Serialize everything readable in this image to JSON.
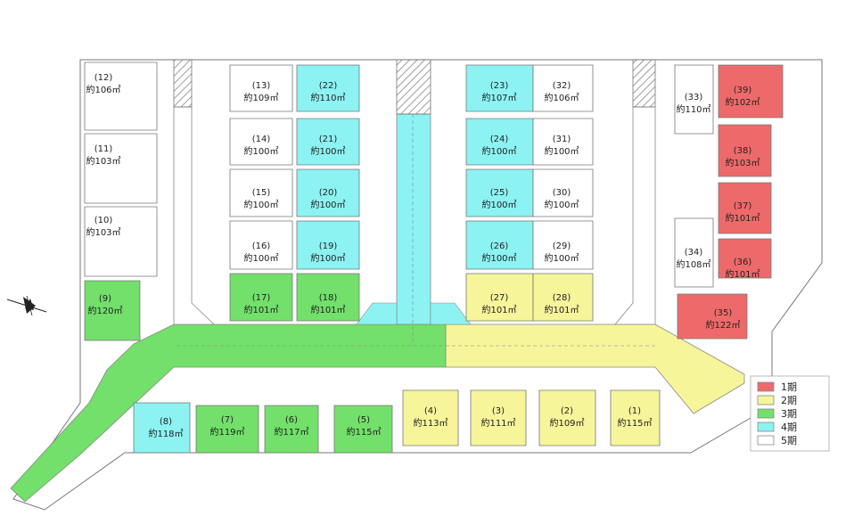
{
  "colors": {
    "phase1": "#ee6a6a",
    "phase2": "#f6f59a",
    "phase3": "#72e06a",
    "phase4": "#8cf2f2",
    "phase5": "#ffffff",
    "line": "#777777"
  },
  "legend": [
    {
      "label": "1期",
      "phase": "phase1"
    },
    {
      "label": "2期",
      "phase": "phase2"
    },
    {
      "label": "3期",
      "phase": "phase3"
    },
    {
      "label": "4期",
      "phase": "phase4"
    },
    {
      "label": "5期",
      "phase": "phase5"
    }
  ],
  "lots": [
    {
      "no": "(1)",
      "area": "約115㎡",
      "phase": "phase2"
    },
    {
      "no": "(2)",
      "area": "約109㎡",
      "phase": "phase2"
    },
    {
      "no": "(3)",
      "area": "約111㎡",
      "phase": "phase2"
    },
    {
      "no": "(4)",
      "area": "約113㎡",
      "phase": "phase2"
    },
    {
      "no": "(5)",
      "area": "約115㎡",
      "phase": "phase3"
    },
    {
      "no": "(6)",
      "area": "約117㎡",
      "phase": "phase3"
    },
    {
      "no": "(7)",
      "area": "約119㎡",
      "phase": "phase3"
    },
    {
      "no": "(8)",
      "area": "約118㎡",
      "phase": "phase4"
    },
    {
      "no": "(9)",
      "area": "約120㎡",
      "phase": "phase3"
    },
    {
      "no": "(10)",
      "area": "約103㎡",
      "phase": "phase5"
    },
    {
      "no": "(11)",
      "area": "約103㎡",
      "phase": "phase5"
    },
    {
      "no": "(12)",
      "area": "約106㎡",
      "phase": "phase5"
    },
    {
      "no": "(13)",
      "area": "約109㎡",
      "phase": "phase5"
    },
    {
      "no": "(14)",
      "area": "約100㎡",
      "phase": "phase5"
    },
    {
      "no": "(15)",
      "area": "約100㎡",
      "phase": "phase5"
    },
    {
      "no": "(16)",
      "area": "約100㎡",
      "phase": "phase5"
    },
    {
      "no": "(17)",
      "area": "約101㎡",
      "phase": "phase3"
    },
    {
      "no": "(18)",
      "area": "約101㎡",
      "phase": "phase3"
    },
    {
      "no": "(19)",
      "area": "約100㎡",
      "phase": "phase4"
    },
    {
      "no": "(20)",
      "area": "約100㎡",
      "phase": "phase4"
    },
    {
      "no": "(21)",
      "area": "約100㎡",
      "phase": "phase4"
    },
    {
      "no": "(22)",
      "area": "約110㎡",
      "phase": "phase4"
    },
    {
      "no": "(23)",
      "area": "約107㎡",
      "phase": "phase4"
    },
    {
      "no": "(24)",
      "area": "約100㎡",
      "phase": "phase4"
    },
    {
      "no": "(25)",
      "area": "約100㎡",
      "phase": "phase4"
    },
    {
      "no": "(26)",
      "area": "約100㎡",
      "phase": "phase4"
    },
    {
      "no": "(27)",
      "area": "約101㎡",
      "phase": "phase2"
    },
    {
      "no": "(28)",
      "area": "約101㎡",
      "phase": "phase2"
    },
    {
      "no": "(29)",
      "area": "約100㎡",
      "phase": "phase5"
    },
    {
      "no": "(30)",
      "area": "約100㎡",
      "phase": "phase5"
    },
    {
      "no": "(31)",
      "area": "約100㎡",
      "phase": "phase5"
    },
    {
      "no": "(32)",
      "area": "約106㎡",
      "phase": "phase5"
    },
    {
      "no": "(33)",
      "area": "約110㎡",
      "phase": "phase5"
    },
    {
      "no": "(34)",
      "area": "約108㎡",
      "phase": "phase5"
    },
    {
      "no": "(35)",
      "area": "約122㎡",
      "phase": "phase1"
    },
    {
      "no": "(36)",
      "area": "約101㎡",
      "phase": "phase1"
    },
    {
      "no": "(37)",
      "area": "約101㎡",
      "phase": "phase1"
    },
    {
      "no": "(38)",
      "area": "約103㎡",
      "phase": "phase1"
    },
    {
      "no": "(39)",
      "area": "約102㎡",
      "phase": "phase1"
    }
  ]
}
